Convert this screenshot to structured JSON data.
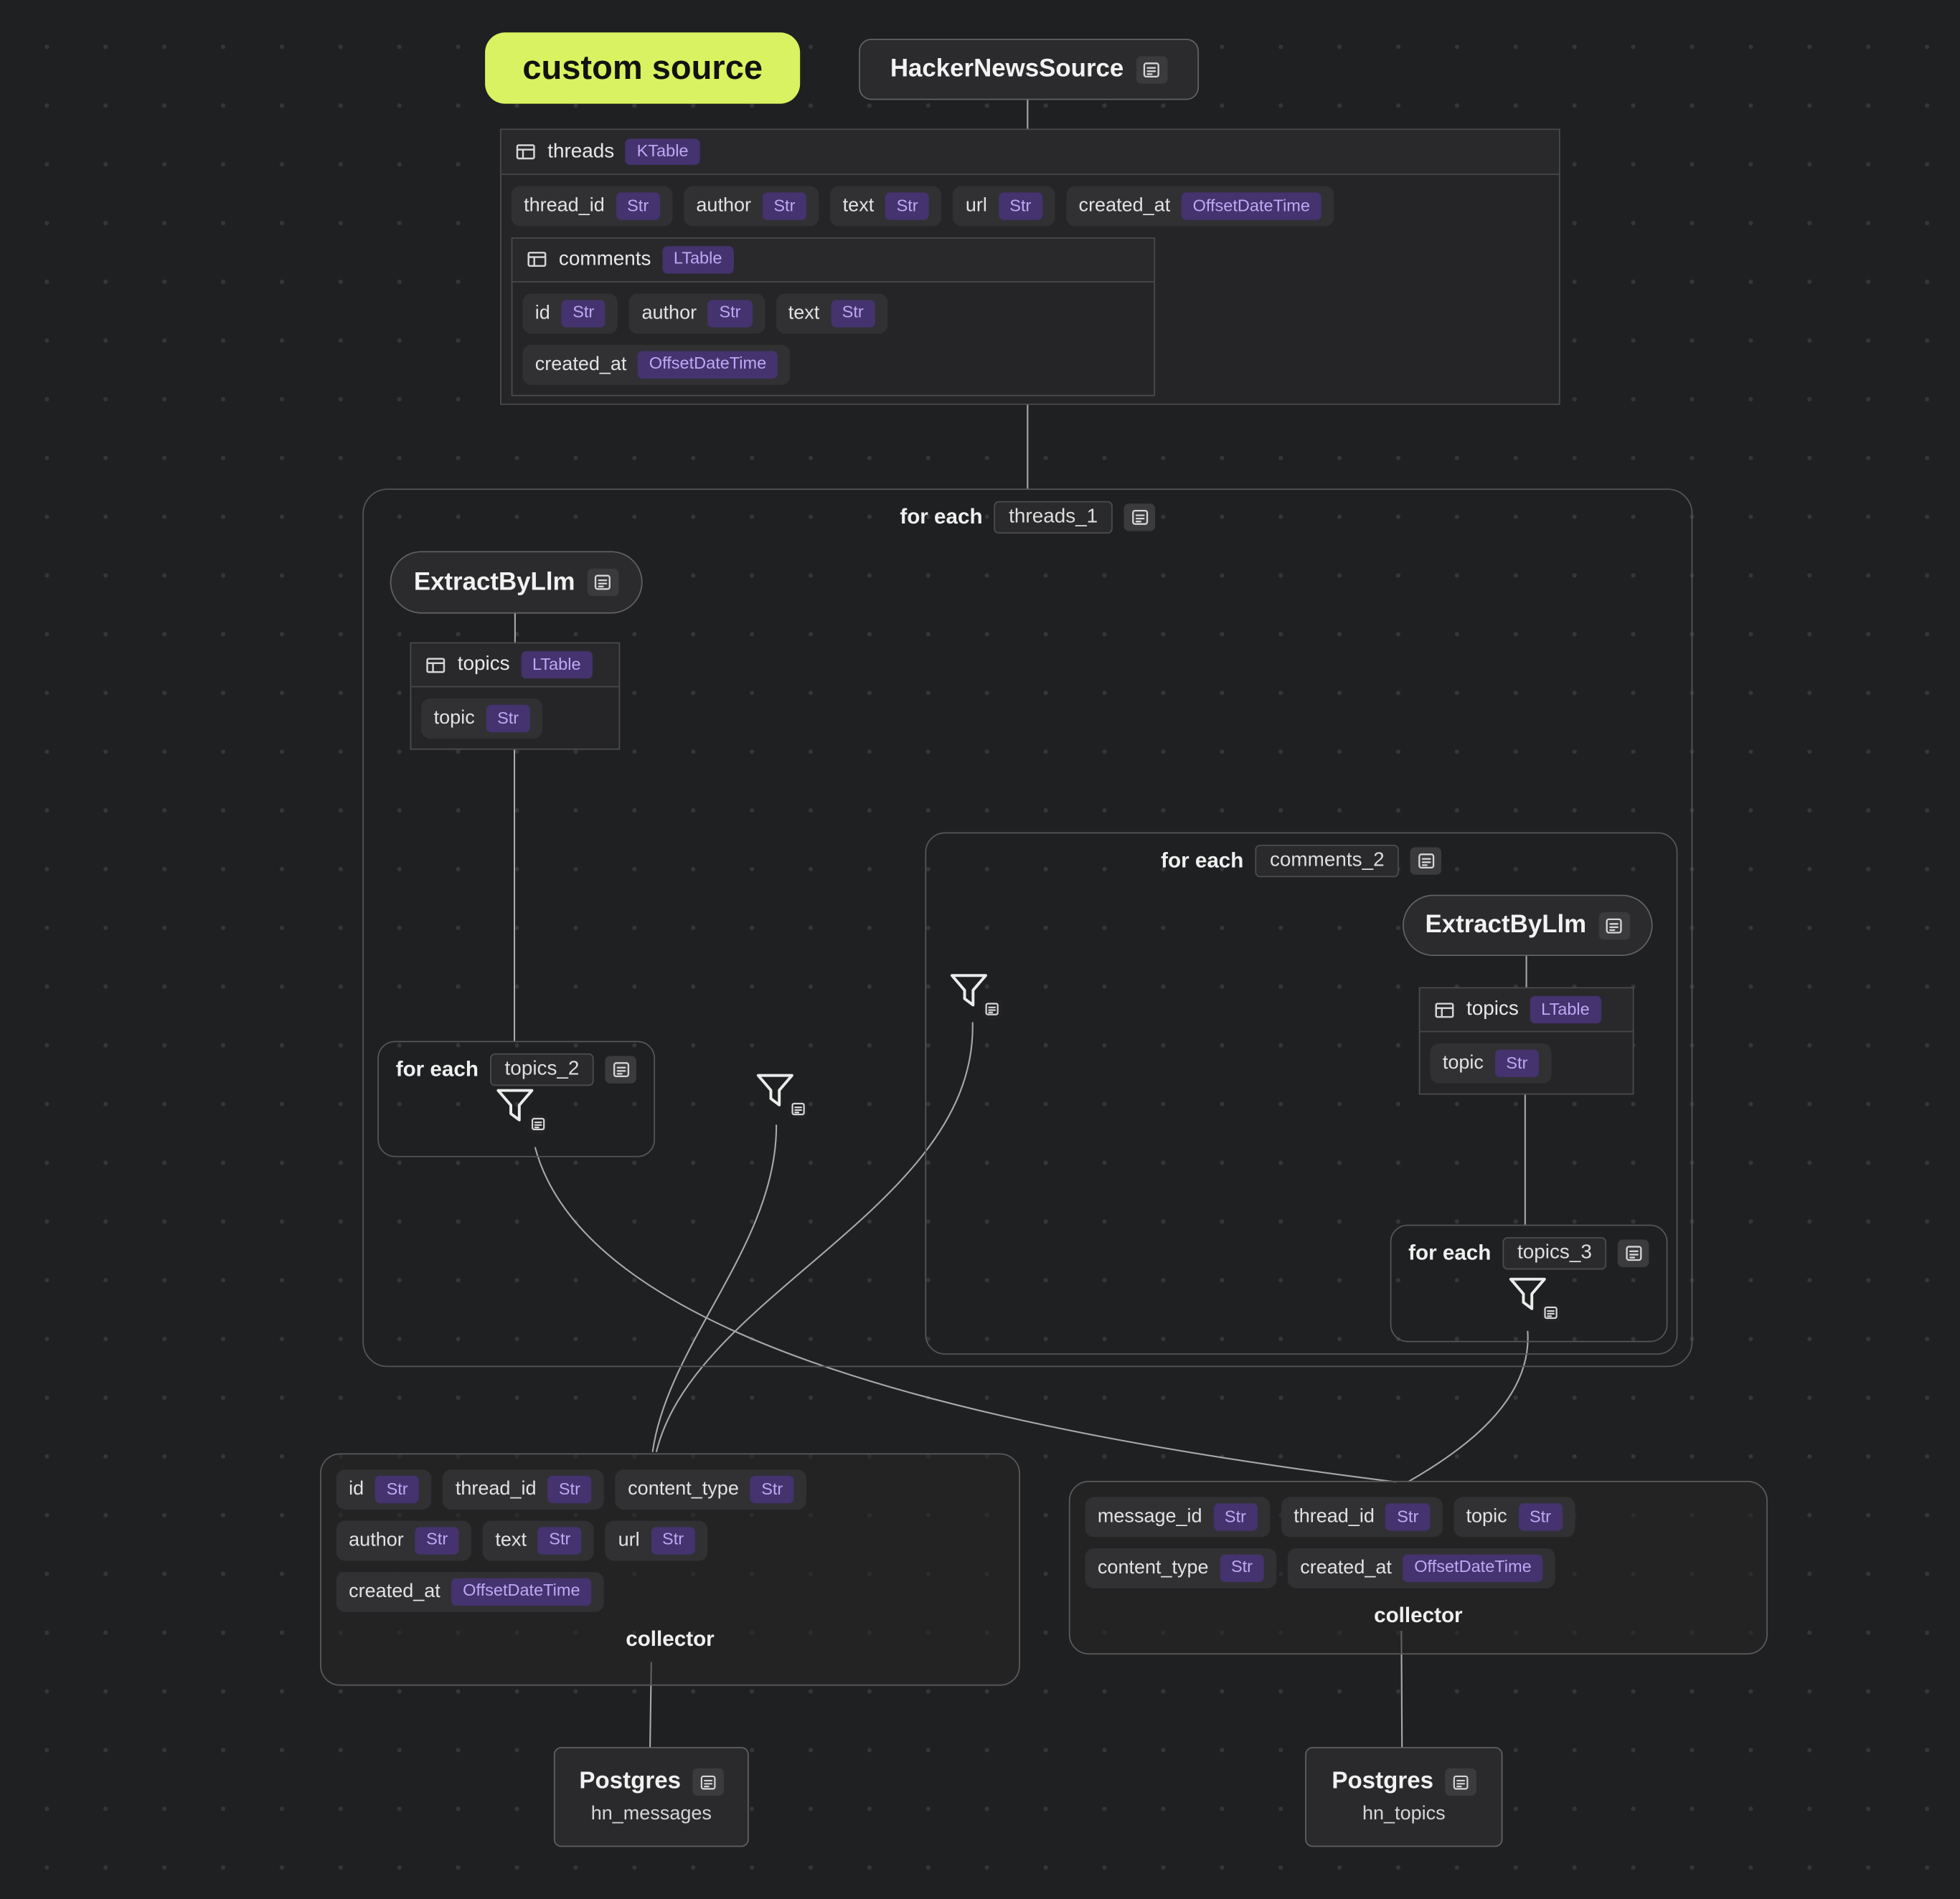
{
  "colors": {
    "accent_badge_bg": "#44336e",
    "accent_badge_text": "#bda9f6",
    "highlight_bg": "#d9f261",
    "highlight_text": "#121212",
    "canvas_bg": "#1f2021",
    "line": "#a9a9a9"
  },
  "annotation": {
    "label": "custom source"
  },
  "source_node": {
    "title": "HackerNewsSource"
  },
  "threads_table": {
    "name": "threads",
    "kind": "KTable",
    "fields": [
      {
        "name": "thread_id",
        "type": "Str"
      },
      {
        "name": "author",
        "type": "Str"
      },
      {
        "name": "text",
        "type": "Str"
      },
      {
        "name": "url",
        "type": "Str"
      },
      {
        "name": "created_at",
        "type": "OffsetDateTime"
      }
    ],
    "comments": {
      "name": "comments",
      "kind": "LTable",
      "fields": [
        {
          "name": "id",
          "type": "Str"
        },
        {
          "name": "author",
          "type": "Str"
        },
        {
          "name": "text",
          "type": "Str"
        },
        {
          "name": "created_at",
          "type": "OffsetDateTime"
        }
      ]
    }
  },
  "foreach_threads": {
    "label": "for each",
    "scope": "threads_1"
  },
  "extract_thread": {
    "title": "ExtractByLlm"
  },
  "topics_thread": {
    "name": "topics",
    "kind": "LTable",
    "fields": [
      {
        "name": "topic",
        "type": "Str"
      }
    ]
  },
  "foreach_topics2": {
    "label": "for each",
    "scope": "topics_2"
  },
  "foreach_comments": {
    "label": "for each",
    "scope": "comments_2"
  },
  "extract_comment": {
    "title": "ExtractByLlm"
  },
  "topics_comment": {
    "name": "topics",
    "kind": "LTable",
    "fields": [
      {
        "name": "topic",
        "type": "Str"
      }
    ]
  },
  "foreach_topics3": {
    "label": "for each",
    "scope": "topics_3"
  },
  "collector_messages": {
    "label": "collector",
    "fields": [
      {
        "name": "id",
        "type": "Str"
      },
      {
        "name": "thread_id",
        "type": "Str"
      },
      {
        "name": "content_type",
        "type": "Str"
      },
      {
        "name": "author",
        "type": "Str"
      },
      {
        "name": "text",
        "type": "Str"
      },
      {
        "name": "url",
        "type": "Str"
      },
      {
        "name": "created_at",
        "type": "OffsetDateTime"
      }
    ]
  },
  "collector_topics": {
    "label": "collector",
    "fields": [
      {
        "name": "message_id",
        "type": "Str"
      },
      {
        "name": "thread_id",
        "type": "Str"
      },
      {
        "name": "topic",
        "type": "Str"
      },
      {
        "name": "content_type",
        "type": "Str"
      },
      {
        "name": "created_at",
        "type": "OffsetDateTime"
      }
    ]
  },
  "postgres_messages": {
    "title": "Postgres",
    "table": "hn_messages"
  },
  "postgres_topics": {
    "title": "Postgres",
    "table": "hn_topics"
  }
}
